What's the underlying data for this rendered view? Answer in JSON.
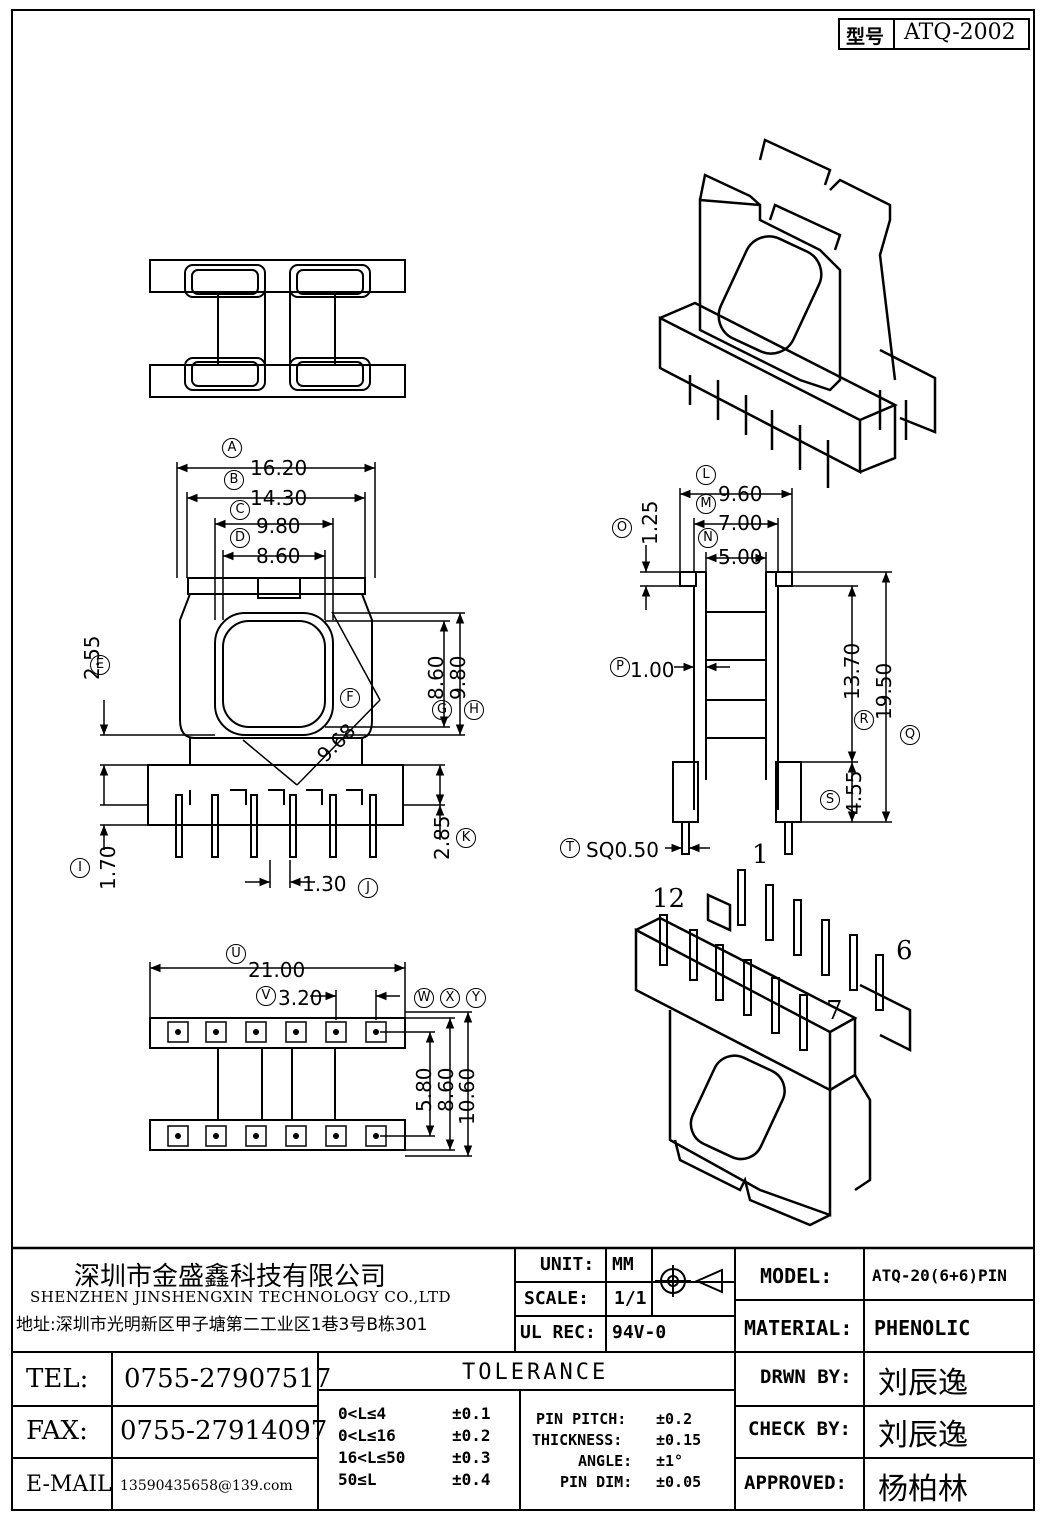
{
  "header": {
    "model_label": "型号",
    "model_value": "ATQ-2002"
  },
  "dims": {
    "A": "A",
    "A_val": "16.20",
    "B": "B",
    "B_val": "14.30",
    "C": "C",
    "C_val": "9.80",
    "D": "D",
    "D_val": "8.60",
    "E": "E",
    "E_val": "2.55",
    "F": "F",
    "F_val": "9.68",
    "G": "G",
    "G_val": "8.60",
    "H": "H",
    "H_val": "9.80",
    "I": "I",
    "I_val": "1.70",
    "J": "J",
    "J_val": "1.30",
    "K": "K",
    "K_val": "2.85",
    "L": "L",
    "L_val": "9.60",
    "M": "M",
    "M_val": "7.00",
    "N": "N",
    "N_val": "5.00",
    "O": "O",
    "O_val": "1.25",
    "P": "P",
    "P_val": "1.00",
    "R": "R",
    "R_val": "13.70",
    "Q": "Q",
    "Q_val": "19.50",
    "S": "S",
    "S_val": "4.55",
    "T": "T",
    "T_val": "SQ0.50",
    "U": "U",
    "U_val": "21.00",
    "V": "V",
    "V_val": "3.20",
    "W": "W",
    "X": "X",
    "Y": "Y",
    "W_val": "5.80",
    "X_val": "8.60",
    "Y_val": "10.60"
  },
  "pins": {
    "p1": "1",
    "p12": "12",
    "p6": "6",
    "p7": "7"
  },
  "title_block": {
    "company_cn": "深圳市金盛鑫科技有限公司",
    "company_en": "SHENZHEN JINSHENGXIN TECHNOLOGY CO.,LTD",
    "address": "地址:深圳市光明新区甲子塘第二工业区1巷3号B栋301",
    "unit_label": "UNIT:",
    "unit_value": "MM",
    "scale_label": "SCALE:",
    "scale_value": "1/1",
    "ulrec_label": "UL REC:",
    "ulrec_value": "94V-0",
    "model_label": "MODEL:",
    "model_value": "ATQ-20(6+6)PIN",
    "material_label": "MATERIAL:",
    "material_value": "PHENOLIC",
    "tel_label": "TEL:",
    "tel_value": "0755-27907517",
    "fax_label": "FAX:",
    "fax_value": "0755-27914097",
    "email_label": "E-MAIL",
    "email_value": "13590435658@139.com",
    "tolerance_title": "TOLERANCE",
    "tol_rows": [
      {
        "range": "0<L≤4",
        "val": "±0.1"
      },
      {
        "range": "0<L≤16",
        "val": "±0.2"
      },
      {
        "range": "16<L≤50",
        "val": "±0.3"
      },
      {
        "range": "50≤L",
        "val": "±0.4"
      }
    ],
    "pin_pitch_label": "PIN PITCH:",
    "pin_pitch_value": "±0.2",
    "thickness_label": "THICKNESS:",
    "thickness_value": "±0.15",
    "angle_label": "ANGLE:",
    "angle_value": "±1°",
    "pin_dim_label": "PIN DIM:",
    "pin_dim_value": "±0.05",
    "drwn_label": "DRWN BY:",
    "drwn_value": "刘辰逸",
    "check_label": "CHECK BY:",
    "check_value": "刘辰逸",
    "approved_label": "APPROVED:",
    "approved_value": "杨柏林"
  }
}
